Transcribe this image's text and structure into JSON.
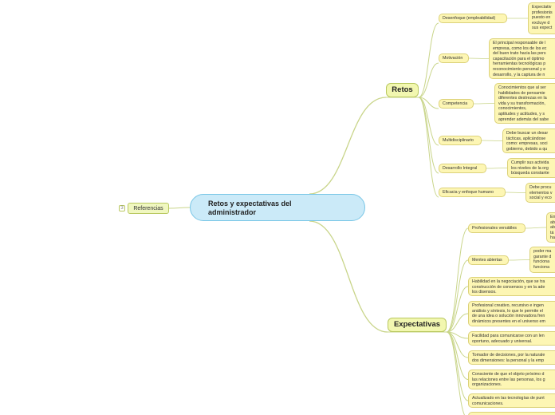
{
  "central_topic": "Retos y expectativas del\nadministrador",
  "references": {
    "label": "Referencias",
    "toggle": "3"
  },
  "retos": {
    "label": "Retos",
    "items": [
      {
        "label": "Desenfoque (empleabilidad)",
        "detail": "Expectativ\nprofesionis\npuesto en\n excluye d\nsus expect"
      },
      {
        "label": "Motivación",
        "detail": "El principal responsable de l\nempresa, como los de los ec\ndel buen trato hacia las pers\ncapacitación para el óptimo\nherramientas tecnológicas p\nreconocimiento personal y e\ndesarrollo, y la captura de n"
      },
      {
        "label": "Competencia",
        "detail": "Conocimientos que al ser\n habilidades de pensamie\ndiferentes destrezas en la\nvida y su transformación,\nconocimientos,\n aptitudes y actitudes, y s\naprender además del sabe"
      },
      {
        "label": "Multidisciplinario",
        "detail": "Debe buscar un desar\ntácticas, aplicándose\ncomo: empresas, soci\ngobierno, debido a qu"
      },
      {
        "label": "Desarrollo Integral",
        "detail": "Cumplir sus activida\nlos niveles de la org\nbúsqueda constante"
      },
      {
        "label": "Eficacia y enfoque humano",
        "detail": "Debe procu\nelementos v\nsocial y eco"
      }
    ]
  },
  "expectativas": {
    "label": "Expectativas",
    "items": [
      {
        "label": "Profesionales versátiles",
        "detail": "En\nab\nab\ntá\nha"
      },
      {
        "label": "Mentes abiertas",
        "detail": "poder ma\ngarante d\nfunciona\nfunciona"
      },
      {
        "text": "Habilidad en la negociación, que se tra\nconstrucción de consensos y en la ade\nlos disensos."
      },
      {
        "text": "Profesional creativo, recursivo e ingen\nanálisis y síntesis, lo que le permite el\nde una idea o solución innovadora fren\ndinámicos presentes en el universo em"
      },
      {
        "text": "Facilidad para comunicarse con un len\noportuno, adecuado y universal."
      },
      {
        "text": "Tomador de decisiones, por la naturale\ndos dimensiones: la personal y la emp"
      },
      {
        "text": "Consciente de que el objeto próximo d\nlas relaciones entre las personas, los g\norganizaciones."
      },
      {
        "text": "Actualizado en las tecnologías de punt\ncomunicaciones."
      }
    ]
  },
  "colors": {
    "central_fill": "#cbeaf8",
    "central_border": "#79c6e6",
    "branch_fill": "#f2f7b0",
    "node_fill": "#fdf6b4",
    "connector": "#c9d58a"
  }
}
